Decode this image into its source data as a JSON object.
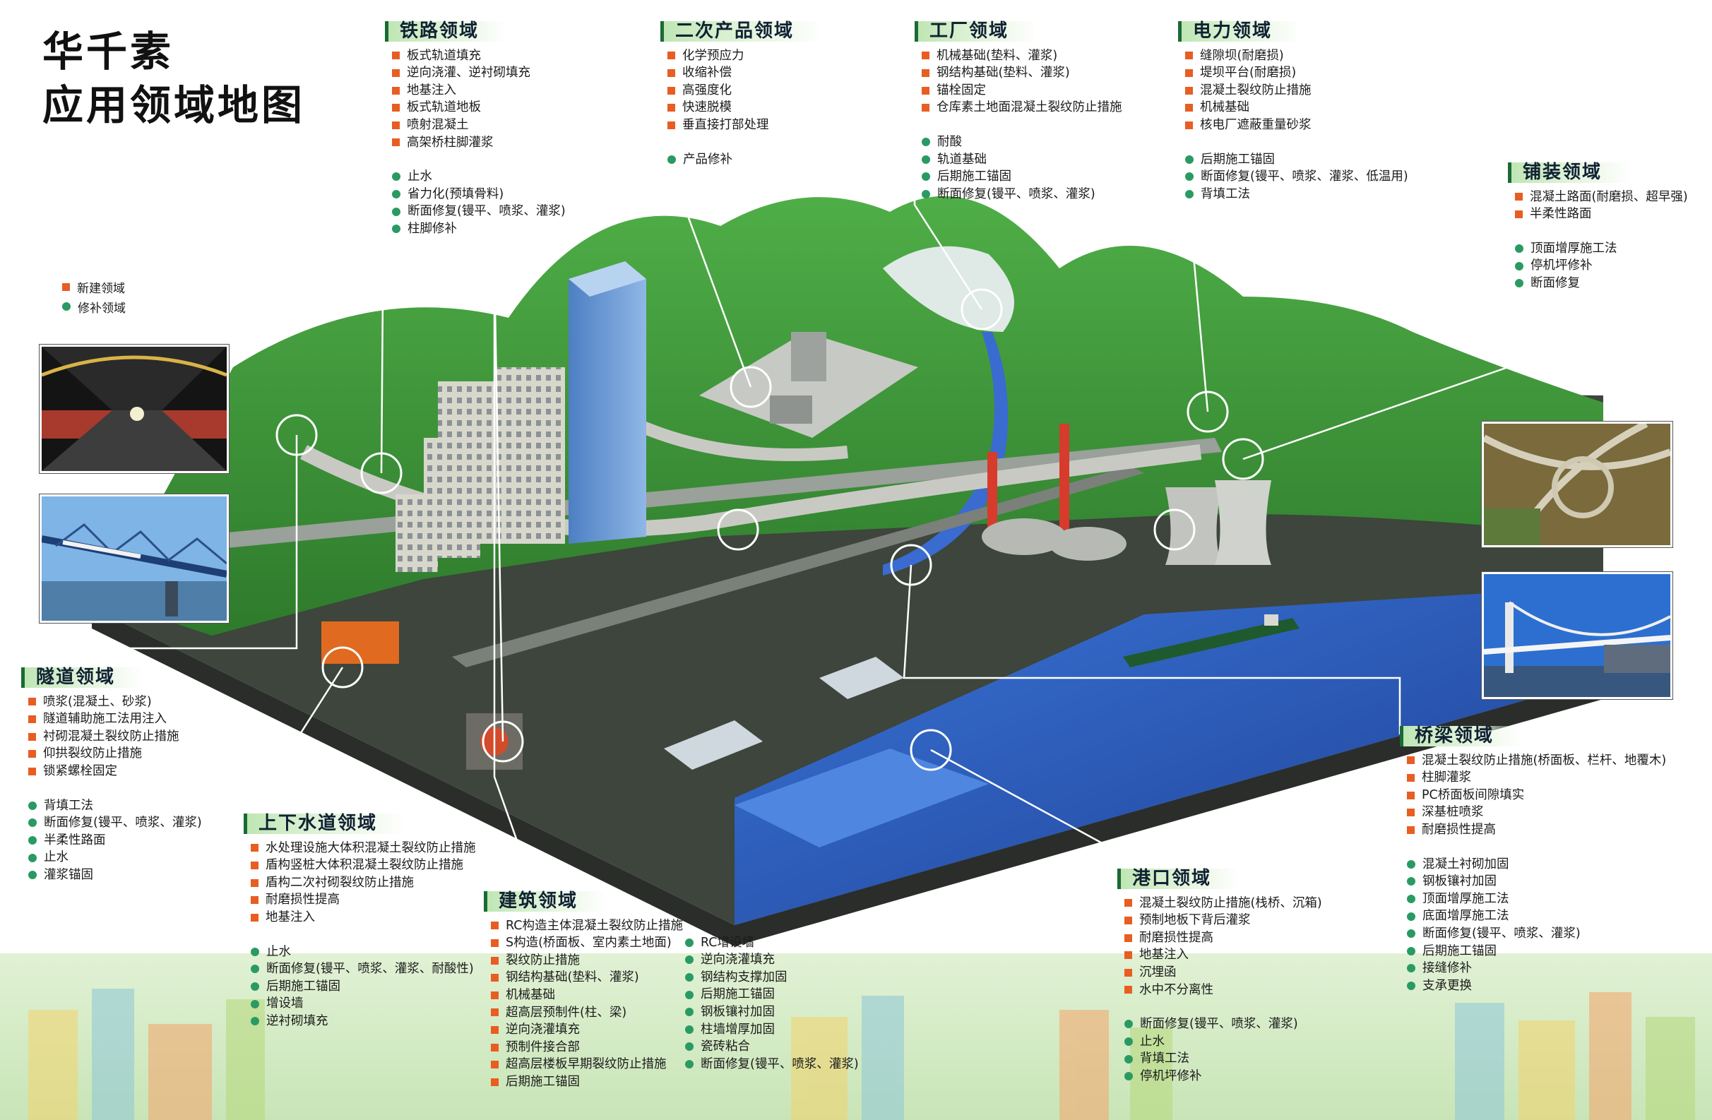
{
  "title": {
    "line1": "华千素",
    "line2": "应用领域地图"
  },
  "legend": {
    "new_label": "新建领域",
    "repair_label": "修补领域"
  },
  "colors": {
    "new_bullet": "#e85d22",
    "repair_bullet": "#2a9a63",
    "header_accent": "#1a6a34",
    "hill_green": "#3f9a3c",
    "water_blue": "#2f5fc4",
    "ground": "#3a3f3a"
  },
  "panels": {
    "railway": {
      "title": "铁路领域",
      "new": [
        "板式轨道填充",
        "逆向浇灌、逆衬砌填充",
        "地基注入",
        "板式轨道地板",
        "喷射混凝土",
        "高架桥柱脚灌浆"
      ],
      "repair": [
        "止水",
        "省力化(预填骨料)",
        "断面修复(镘平、喷浆、灌浆)",
        "柱脚修补"
      ]
    },
    "secondary": {
      "title": "二次产品领域",
      "new": [
        "化学预应力",
        "收缩补偿",
        "高强度化",
        "快速脱模",
        "垂直接打部处理"
      ],
      "repair": [
        "产品修补"
      ]
    },
    "factory": {
      "title": "工厂领域",
      "new": [
        "机械基础(垫料、灌浆)",
        "钢结构基础(垫料、灌浆)",
        "锚栓固定",
        "仓库素土地面混凝土裂纹防止措施"
      ],
      "repair": [
        "耐酸",
        "轨道基础",
        "后期施工锚固",
        "断面修复(镘平、喷浆、灌浆)"
      ]
    },
    "power": {
      "title": "电力领域",
      "new": [
        "缝隙坝(耐磨损)",
        "堤坝平台(耐磨损)",
        "混凝土裂纹防止措施",
        "机械基础",
        "核电厂遮蔽重量砂浆"
      ],
      "repair": [
        "后期施工锚固",
        "断面修复(镘平、喷浆、灌浆、低温用)",
        "背填工法"
      ]
    },
    "paving": {
      "title": "铺装领域",
      "new": [
        "混凝土路面(耐磨损、超早强)",
        "半柔性路面"
      ],
      "repair": [
        "顶面增厚施工法",
        "停机坪修补",
        "断面修复"
      ]
    },
    "tunnel": {
      "title": "隧道领域",
      "new": [
        "喷浆(混凝土、砂浆)",
        "隧道辅助施工法用注入",
        "衬砌混凝土裂纹防止措施",
        "仰拱裂纹防止措施",
        "锁紧螺栓固定"
      ],
      "repair": [
        "背填工法",
        "断面修复(镘平、喷浆、灌浆)",
        "半柔性路面",
        "止水",
        "灌浆锚固"
      ]
    },
    "water": {
      "title": "上下水道领域",
      "new": [
        "水处理设施大体积混凝土裂纹防止措施",
        "盾构竖桩大体积混凝土裂纹防止措施",
        "盾构二次衬砌裂纹防止措施",
        "耐磨损性提高",
        "地基注入"
      ],
      "repair": [
        "止水",
        "断面修复(镘平、喷浆、灌浆、耐酸性)",
        "后期施工锚固",
        "增设墙",
        "逆衬砌填充"
      ]
    },
    "building": {
      "title": "建筑领域",
      "new": [
        "RC构造主体混凝土裂纹防止措施",
        "S构造(桥面板、室内素土地面)",
        "裂纹防止措施",
        "钢结构基础(垫料、灌浆)",
        "机械基础",
        "超高层预制件(柱、梁)",
        "逆向浇灌填充",
        "预制件接合部",
        "超高层楼板早期裂纹防止措施",
        "后期施工锚固"
      ],
      "repair": [
        "RC增设墙",
        "逆向浇灌填充",
        "钢结构支撑加固",
        "后期施工锚固",
        "钢板镶衬加固",
        "柱墙增厚加固",
        "瓷砖粘合",
        "断面修复(镘平、喷浆、灌浆)"
      ]
    },
    "port": {
      "title": "港口领域",
      "new": [
        "混凝土裂纹防止措施(栈桥、沉箱)",
        "预制地板下背后灌浆",
        "耐磨损性提高",
        "地基注入",
        "沉埋函",
        "水中不分离性"
      ],
      "repair": [
        "断面修复(镘平、喷浆、灌浆)",
        "止水",
        "背填工法",
        "停机坪修补"
      ]
    },
    "bridge": {
      "title": "桥梁领域",
      "new": [
        "混凝土裂纹防止措施(桥面板、栏杆、地覆木)",
        "柱脚灌浆",
        "PC桥面板间隙填实",
        "深基桩喷浆",
        "耐磨损性提高"
      ],
      "repair": [
        "混凝土衬砌加固",
        "钢板镶衬加固",
        "顶面增厚施工法",
        "底面增厚施工法",
        "断面修复(镘平、喷浆、灌浆)",
        "后期施工锚固",
        "接缝修补",
        "支承更换"
      ]
    }
  }
}
